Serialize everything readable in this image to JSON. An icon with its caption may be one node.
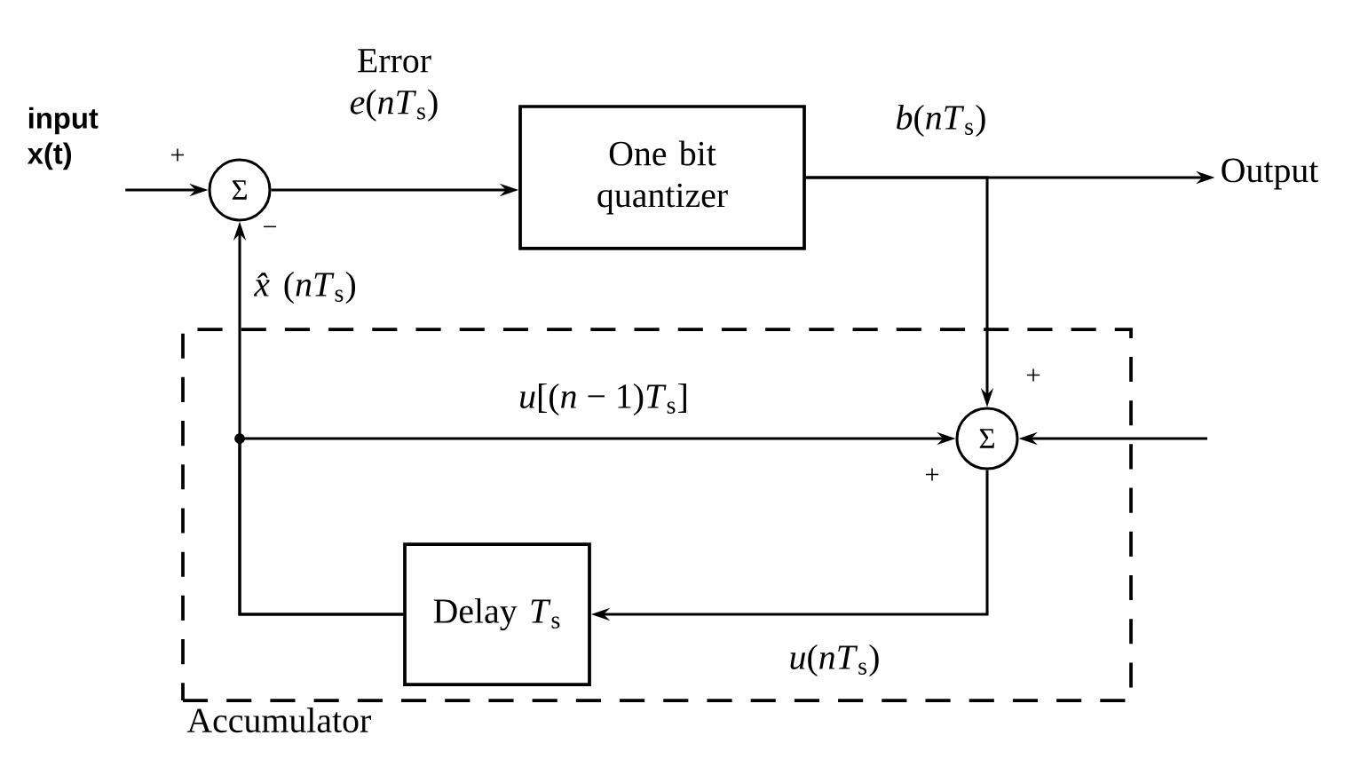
{
  "diagram": {
    "nodes": [
      {
        "text": [
          "input x(t)"
        ]
      },
      {
        "text": [
          "Σ"
        ]
      },
      {
        "text": [
          "One bit quantizer"
        ]
      },
      {
        "text": [
          "Output"
        ]
      },
      {
        "text": [
          "Accumulator"
        ]
      },
      {
        "text": [
          "Σ"
        ],
        "in": 4
      },
      {
        "text": [
          "Delay *T*$_{s}$"
        ],
        "in": 4
      }
    ],
    "edges": [
      {
        "from": 0,
        "to": 1,
        "arrow": "to"
      },
      {
        "from": 1,
        "to": 2,
        "arrow": "to",
        "label": "Error *e*(*nT*$_{s}$)"
      },
      {
        "from": 2,
        "to": 3,
        "arrow": "to",
        "label": "*b*(*nT*$_{s}$)"
      },
      {
        "from": 2,
        "to": 5,
        "arrow": "to"
      },
      {
        "from": null,
        "to": 5,
        "arrow": "to"
      },
      {
        "from": 5,
        "to": 6,
        "arrow": "to",
        "label": "*u*(*nT*$_{s}$)"
      },
      {
        "from": 6,
        "to": 1,
        "arrow": "to",
        "label": "*x̂*(*nT*$_{s}$)"
      },
      {
        "from": 6,
        "to": 5,
        "arrow": "to",
        "label": "*u*[(*n* − 1)*T*$_{s}$]"
      }
    ],
    "labels": [
      "+",
      "−",
      "+",
      "+"
    ]
  }
}
